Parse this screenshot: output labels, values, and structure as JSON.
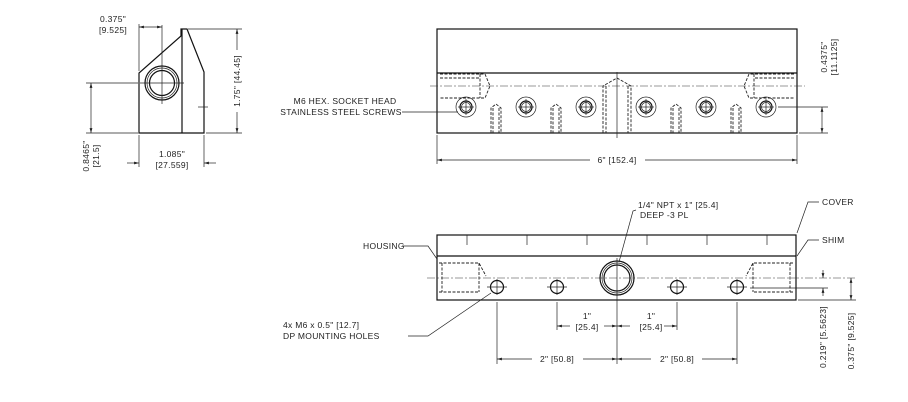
{
  "side_view": {
    "dim_hole_offset": "0.375\"",
    "dim_hole_offset_mm": "[9.525]",
    "dim_height": "1.75\" [44.45]",
    "dim_hole_height": "0.8465\"",
    "dim_hole_height_mm": "[21.5]",
    "dim_width": "1.085\"",
    "dim_width_mm": "[27.559]"
  },
  "top_view": {
    "screw_label_1": "M6 HEX. SOCKET HEAD",
    "screw_label_2": "STAINLESS STEEL SCREWS",
    "dim_length": "6\" [152.4]",
    "dim_screw_height": "0.4375\"",
    "dim_screw_height_mm": "[11.1125]"
  },
  "front_view": {
    "npt_label_1": "1/4\" NPT x 1\" [25.4]",
    "npt_label_2": "DEEP -3 PL",
    "cover_label": "COVER",
    "shim_label": "SHIM",
    "housing_label": "HOUSING",
    "mount_label_1": "4x M6 x 0.5\" [12.7]",
    "mount_label_2": "DP MOUNTING HOLES",
    "dim_1in_left": "1\"",
    "dim_1in_left_mm": "[25.4]",
    "dim_1in_right": "1\"",
    "dim_1in_right_mm": "[25.4]",
    "dim_2in_left": "2\" [50.8]",
    "dim_2in_right": "2\" [50.8]",
    "dim_small": "0.219\" [5.5623]",
    "dim_large": "0.375\" [9.525]"
  }
}
